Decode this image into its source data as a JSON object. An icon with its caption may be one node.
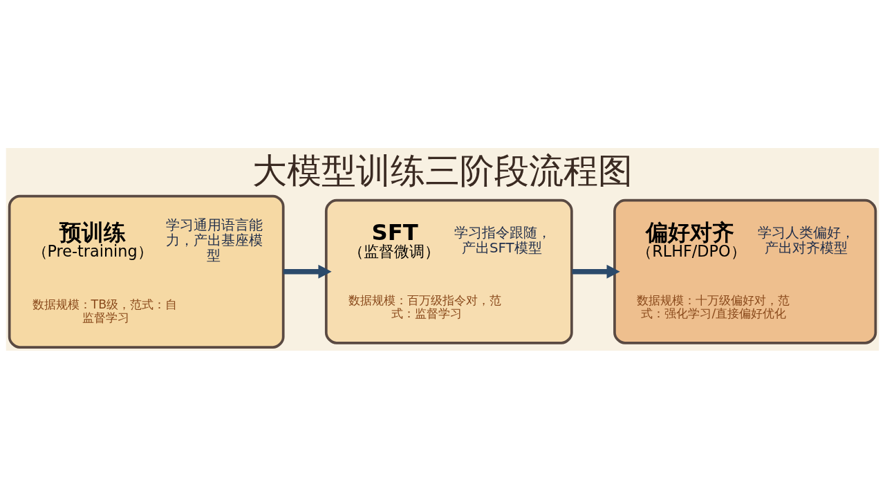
{
  "diagram": {
    "title": "大模型训练三阶段流程图",
    "nodes": [
      {
        "text": [
          "预训练",
          "（Pre-training）",
          "学习通用语言能力，产出基座模型",
          "数据规模：TB级，范式：自监督学习"
        ]
      },
      {
        "text": [
          "SFT",
          "（监督微调）",
          "学习指令跟随，产出SFT模型",
          "数据规模：百万级指令对，范式：监督学习"
        ]
      },
      {
        "text": [
          "偏好对齐",
          "（RLHF/DPO）",
          "学习人类偏好，产出对齐模型",
          "数据规模：十万级偏好对，范式：强化学习/直接偏好优化"
        ]
      }
    ],
    "edges": [
      {
        "from": 0,
        "to": 1,
        "arrow": "to"
      },
      {
        "from": 1,
        "to": 2,
        "arrow": "to"
      }
    ]
  }
}
